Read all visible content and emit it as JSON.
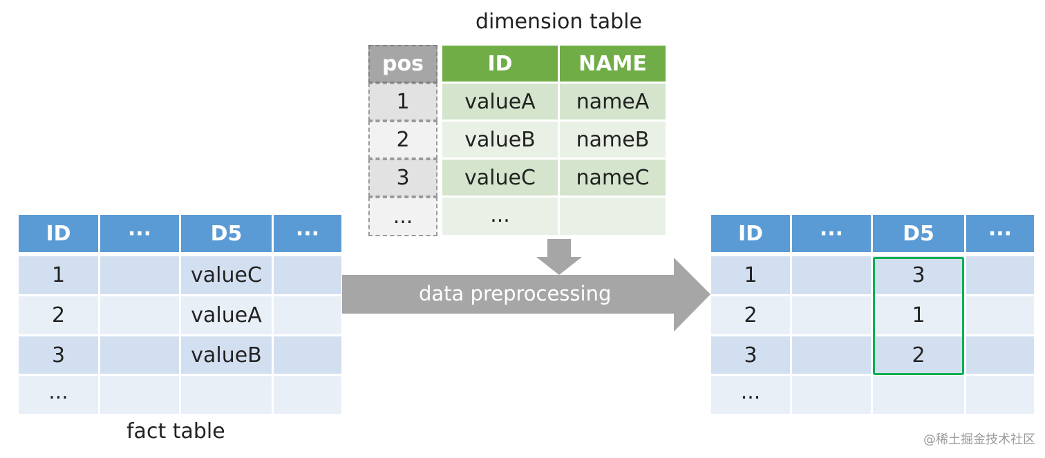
{
  "dimension_table": {
    "title": "dimension table",
    "pos_header": "pos",
    "headers": [
      "ID",
      "NAME"
    ],
    "rows": [
      {
        "pos": "1",
        "id": "valueA",
        "name": "nameA"
      },
      {
        "pos": "2",
        "id": "valueB",
        "name": "nameB"
      },
      {
        "pos": "3",
        "id": "valueC",
        "name": "nameC"
      },
      {
        "pos": "...",
        "id": "...",
        "name": ""
      }
    ]
  },
  "fact_table": {
    "title": "fact table",
    "headers": [
      "ID",
      "···",
      "D5",
      "···"
    ],
    "rows": [
      [
        "1",
        "",
        "valueC",
        ""
      ],
      [
        "2",
        "",
        "valueA",
        ""
      ],
      [
        "3",
        "",
        "valueB",
        ""
      ],
      [
        "...",
        "",
        "",
        ""
      ]
    ]
  },
  "result_table": {
    "headers": [
      "ID",
      "···",
      "D5",
      "···"
    ],
    "rows": [
      [
        "1",
        "",
        "3",
        ""
      ],
      [
        "2",
        "",
        "1",
        ""
      ],
      [
        "3",
        "",
        "2",
        ""
      ],
      [
        "...",
        "",
        "",
        ""
      ]
    ]
  },
  "arrow": {
    "label": "data preprocessing"
  },
  "watermark": "@稀土掘金技术社区",
  "colors": {
    "blue_header": "#5b9bd5",
    "green_header": "#70ad47",
    "pos_header": "#a6a6a6",
    "arrow": "#a6a6a6",
    "highlight": "#00b050"
  }
}
